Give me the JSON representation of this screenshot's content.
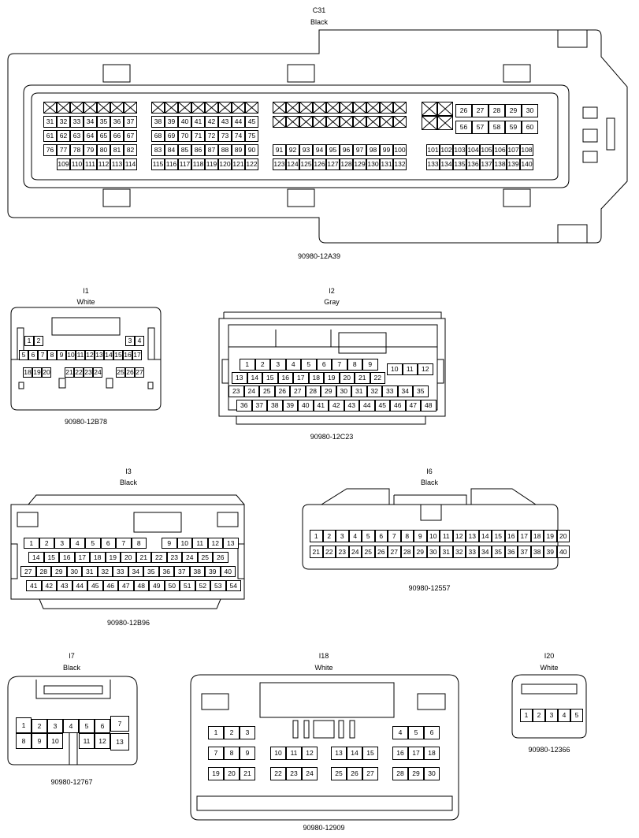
{
  "connectors": {
    "c31": {
      "code": "C31",
      "color": "Black",
      "part": "90980-12A39"
    },
    "i1": {
      "code": "I1",
      "color": "White",
      "part": "90980-12B78"
    },
    "i2": {
      "code": "I2",
      "color": "Gray",
      "part": "90980-12C23"
    },
    "i3": {
      "code": "I3",
      "color": "Black",
      "part": "90980-12B96"
    },
    "i6": {
      "code": "I6",
      "color": "Black",
      "part": "90980-12557"
    },
    "i7": {
      "code": "I7",
      "color": "Black",
      "part": "90980-12767"
    },
    "i18": {
      "code": "I18",
      "color": "White",
      "part": "90980-12909"
    },
    "i20": {
      "code": "I20",
      "color": "White",
      "part": "90980-12366"
    }
  }
}
